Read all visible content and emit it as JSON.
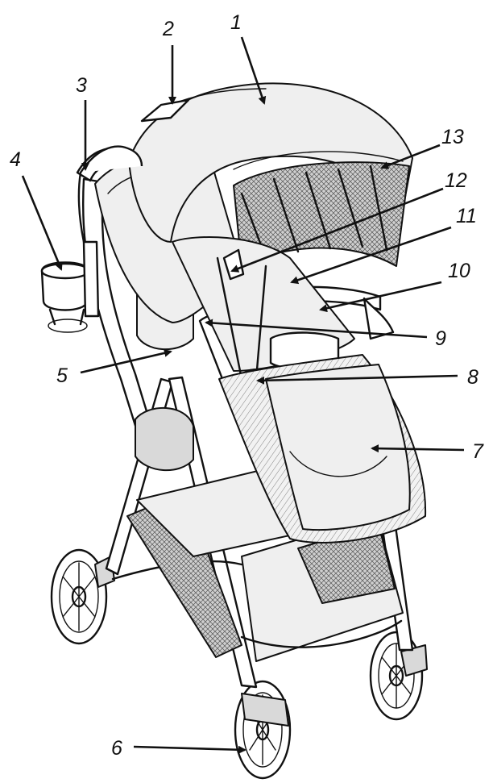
{
  "callouts": [
    {
      "id": "1",
      "label": "1"
    },
    {
      "id": "2",
      "label": "2"
    },
    {
      "id": "3",
      "label": "3"
    },
    {
      "id": "4",
      "label": "4"
    },
    {
      "id": "5",
      "label": "5"
    },
    {
      "id": "6",
      "label": "6"
    },
    {
      "id": "7",
      "label": "7"
    },
    {
      "id": "8",
      "label": "8"
    },
    {
      "id": "9",
      "label": "9"
    },
    {
      "id": "10",
      "label": "10"
    },
    {
      "id": "11",
      "label": "11"
    },
    {
      "id": "12",
      "label": "12"
    },
    {
      "id": "13",
      "label": "13"
    }
  ],
  "colors": {
    "ink": "#111111",
    "paper": "#ffffff",
    "shade": "#d9d9d9"
  }
}
